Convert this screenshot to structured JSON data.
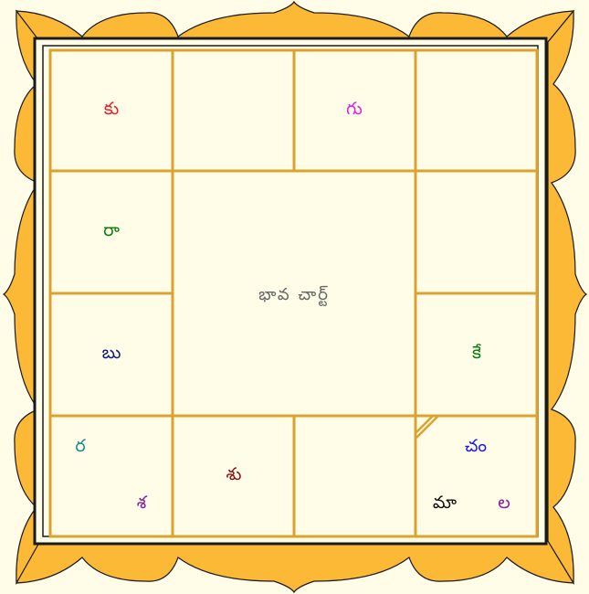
{
  "title": "భావ చార్ట్",
  "colors": {
    "background": "#fffde8",
    "border_fill": "#fbb935",
    "grid_line": "#dba22e",
    "frame": "#1a1a1a",
    "title": "#666666"
  },
  "houses": [
    {
      "id": "h1-top-left",
      "planets": [
        {
          "name": "కు",
          "color": "#e8202a"
        }
      ]
    },
    {
      "id": "h2-top-mid-left",
      "planets": []
    },
    {
      "id": "h3-top-mid-right",
      "planets": [
        {
          "name": "గు",
          "color": "#e020e0"
        }
      ]
    },
    {
      "id": "h4-top-right",
      "planets": []
    },
    {
      "id": "h5-left-upper",
      "planets": [
        {
          "name": "రా",
          "color": "#0a7a0a"
        }
      ]
    },
    {
      "id": "h6-right-upper",
      "planets": []
    },
    {
      "id": "h7-left-lower",
      "planets": [
        {
          "name": "బు",
          "color": "#0b1a7a"
        }
      ]
    },
    {
      "id": "h8-right-lower",
      "planets": [
        {
          "name": "కే",
          "color": "#0a7a0a"
        }
      ]
    },
    {
      "id": "h9-bottom-left",
      "planets": [
        {
          "name": "ర",
          "color": "#1a8a8a"
        },
        {
          "name": "శ",
          "color": "#8a1aa0"
        }
      ]
    },
    {
      "id": "h10-bottom-mid-left",
      "planets": [
        {
          "name": "శు",
          "color": "#8a1010"
        }
      ]
    },
    {
      "id": "h11-bottom-mid-right",
      "planets": []
    },
    {
      "id": "h12-bottom-right",
      "planets": [
        {
          "name": "చం",
          "color": "#1a1aee"
        },
        {
          "name": "మా",
          "color": "#111111"
        },
        {
          "name": "ల",
          "color": "#8a1aa0"
        }
      ]
    }
  ]
}
